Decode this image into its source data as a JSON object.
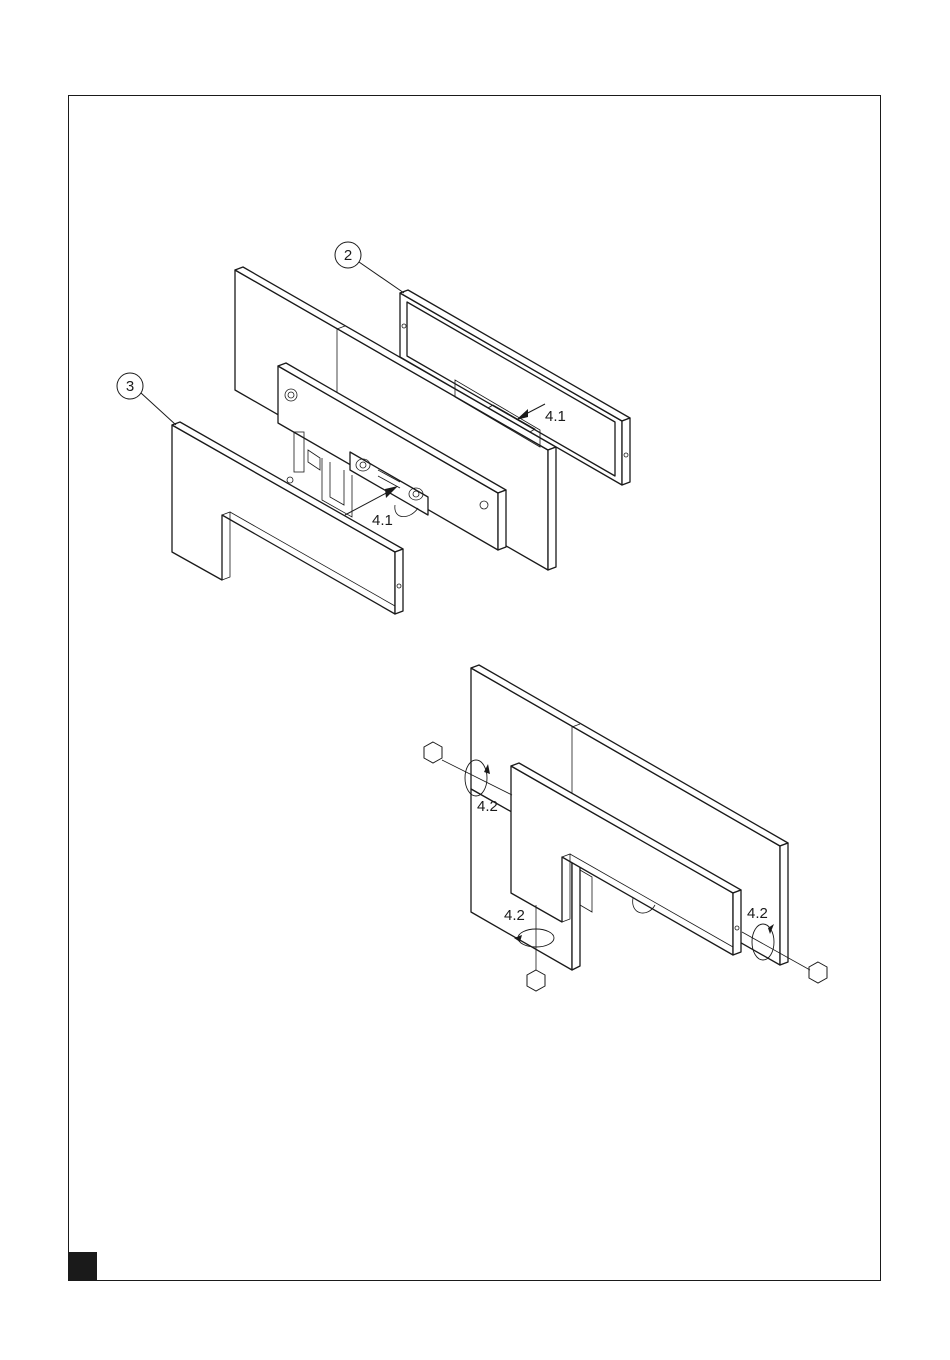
{
  "callouts": {
    "part_2": "2",
    "part_3": "3",
    "step_4_1_top": "4.1",
    "step_4_1_bottom": "4.1",
    "step_4_2_left": "4.2",
    "step_4_2_bottom": "4.2",
    "step_4_2_right": "4.2"
  },
  "colors": {
    "line": "#1a1a1a",
    "background": "#ffffff"
  },
  "icons": [
    "hex-nut-icon",
    "rotation-arrow-icon",
    "insert-arrow-icon"
  ]
}
